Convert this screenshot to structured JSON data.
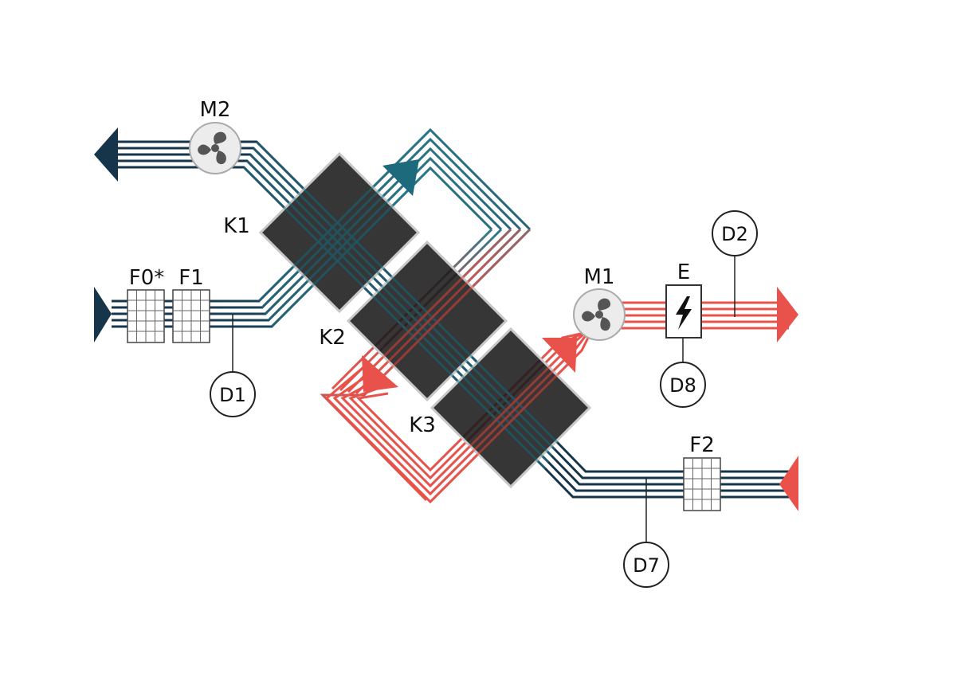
{
  "diagram": {
    "labels": {
      "m2": "M2",
      "m1": "M1",
      "k1": "K1",
      "k2": "K2",
      "k3": "K3",
      "f0": "F0*",
      "f1": "F1",
      "f2": "F2",
      "e": "E"
    },
    "sensors": {
      "d1": "D1",
      "d2": "D2",
      "d7": "D7",
      "d8": "D8"
    },
    "colors": {
      "navy": "#16344a",
      "teal": "#1e6a7d",
      "red": "#e8524a",
      "block": "#1a1a1a",
      "block_edge": "#c8c8c8"
    },
    "icons": {
      "fan": "fan-icon",
      "heater": "lightning-bolt-icon",
      "filter": "filter-grid-icon"
    }
  }
}
